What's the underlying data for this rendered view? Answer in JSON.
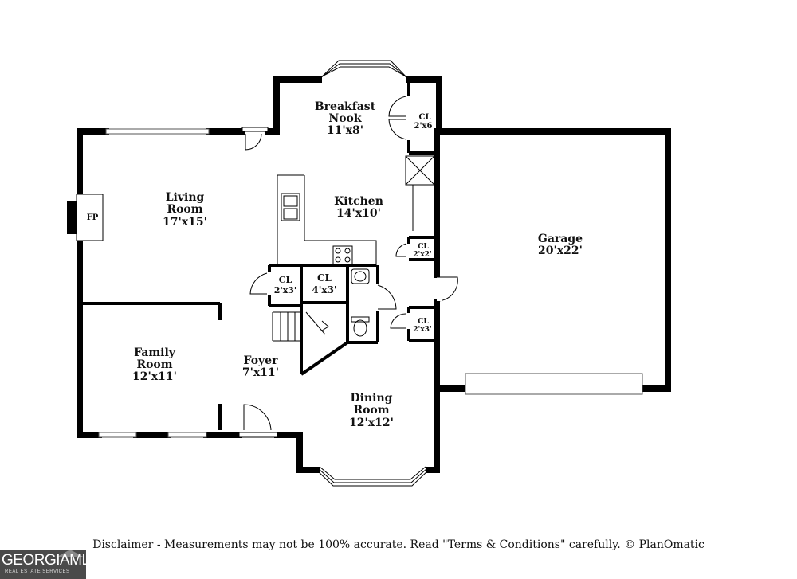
{
  "rooms": {
    "breakfast_nook": {
      "name_line1": "Breakfast",
      "name_line2": "Nook",
      "size": "11'x8'"
    },
    "closet_nook": {
      "name": "CL",
      "size": "2'x6"
    },
    "living_room": {
      "name_line1": "Living",
      "name_line2": "Room",
      "size": "17'x15'"
    },
    "fireplace": {
      "name": "FP"
    },
    "kitchen": {
      "name": "Kitchen",
      "size": "14'x10'"
    },
    "garage": {
      "name": "Garage",
      "size": "20'x22'"
    },
    "closet_kitchen": {
      "name": "CL",
      "size": "2'x2'"
    },
    "closet_stair_left": {
      "name": "CL",
      "size": "2'x3'"
    },
    "closet_stair_right": {
      "name": "CL",
      "size": "4'x3'"
    },
    "closet_garage": {
      "name": "CL",
      "size": "2'x3'"
    },
    "family_room": {
      "name_line1": "Family",
      "name_line2": "Room",
      "size": "12'x11'"
    },
    "foyer": {
      "name": "Foyer",
      "size": "7'x11'"
    },
    "dining_room": {
      "name_line1": "Dining",
      "name_line2": "Room",
      "size": "12'x12'"
    }
  },
  "footer": {
    "disclaimer": "Disclaimer - Measurements may not be 100% accurate. Read \"Terms & Conditions\" carefully. © PlanOmatic"
  },
  "logo": {
    "main": "GEORGIAMLS",
    "sub": "REAL ESTATE SERVICES"
  }
}
